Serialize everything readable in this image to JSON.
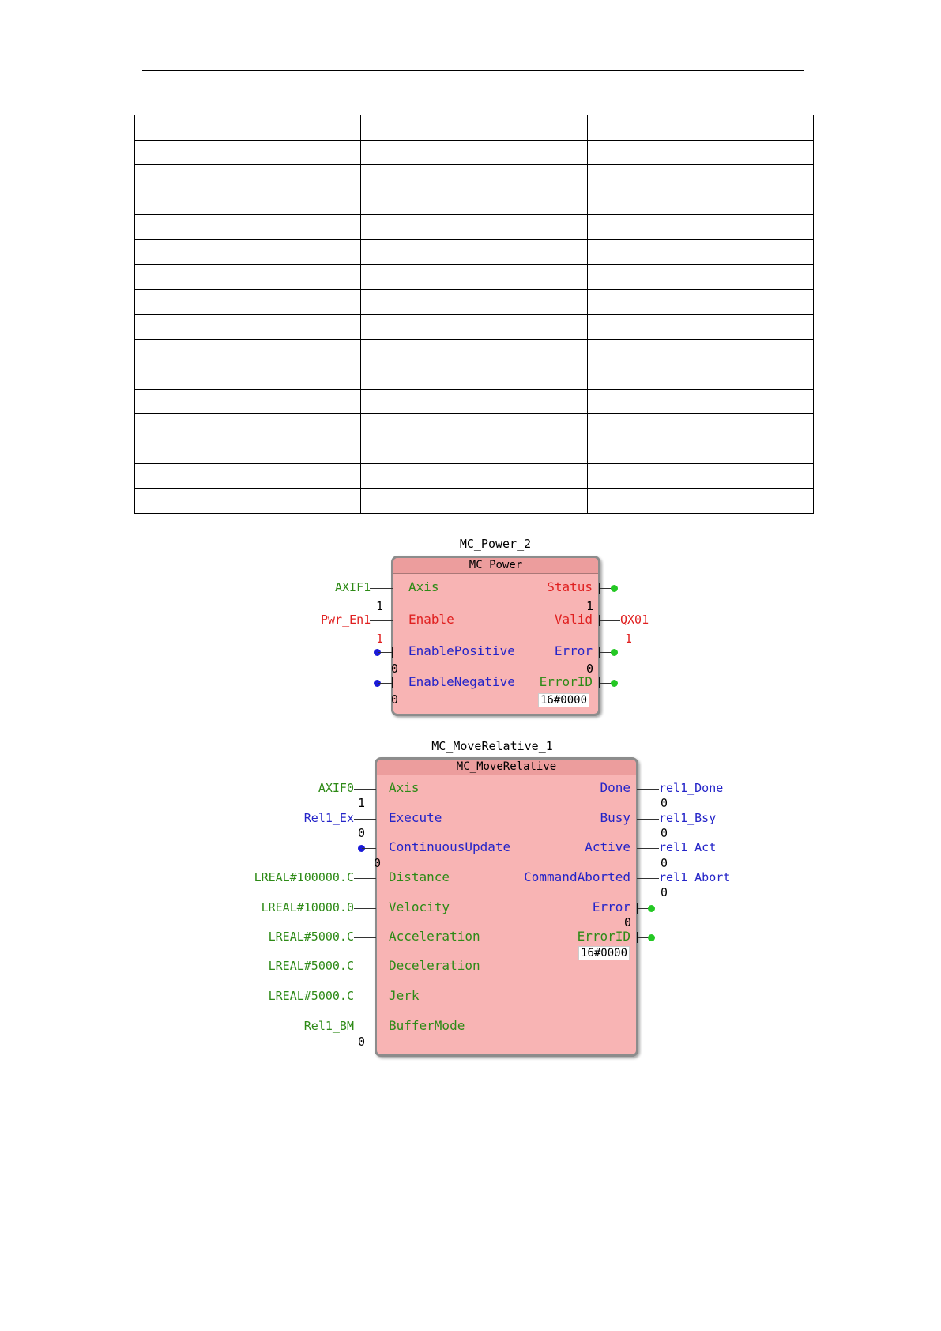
{
  "table": {
    "rows": 16,
    "cols": 3
  },
  "power_block": {
    "instance": "MC_Power_2",
    "type": "MC_Power",
    "inputs": [
      {
        "pin": "Axis",
        "var": "AXIF1",
        "value": "1"
      },
      {
        "pin": "Enable",
        "var": "Pwr_En1",
        "value": "1"
      },
      {
        "pin": "EnablePositive",
        "var": "",
        "value": "0"
      },
      {
        "pin": "EnableNegative",
        "var": "",
        "value": "0"
      }
    ],
    "outputs": [
      {
        "pin": "Status",
        "var": "",
        "value": "1"
      },
      {
        "pin": "Valid",
        "var": "QX01",
        "value": "1"
      },
      {
        "pin": "Error",
        "var": "",
        "value": "0"
      },
      {
        "pin": "ErrorID",
        "var": "",
        "value": "16#0000"
      }
    ]
  },
  "move_block": {
    "instance": "MC_MoveRelative_1",
    "type": "MC_MoveRelative",
    "inputs": [
      {
        "pin": "Axis",
        "var": "AXIF0",
        "value": "1"
      },
      {
        "pin": "Execute",
        "var": "Rel1_Ex",
        "value": "0"
      },
      {
        "pin": "ContinuousUpdate",
        "var": "",
        "value": "0"
      },
      {
        "pin": "Distance",
        "var": "LREAL#100000.C",
        "value": ""
      },
      {
        "pin": "Velocity",
        "var": "LREAL#10000.0",
        "value": ""
      },
      {
        "pin": "Acceleration",
        "var": "LREAL#5000.C",
        "value": ""
      },
      {
        "pin": "Deceleration",
        "var": "LREAL#5000.C",
        "value": ""
      },
      {
        "pin": "Jerk",
        "var": "LREAL#5000.C",
        "value": ""
      },
      {
        "pin": "BufferMode",
        "var": "Rel1_BM",
        "value": "0"
      }
    ],
    "outputs": [
      {
        "pin": "Done",
        "var": "rel1_Done",
        "value": "0"
      },
      {
        "pin": "Busy",
        "var": "rel1_Bsy",
        "value": "0"
      },
      {
        "pin": "Active",
        "var": "rel1_Act",
        "value": "0"
      },
      {
        "pin": "CommandAborted",
        "var": "rel1_Abort",
        "value": "0"
      },
      {
        "pin": "Error",
        "var": "",
        "value": "0"
      },
      {
        "pin": "ErrorID",
        "var": "",
        "value": "16#0000"
      }
    ]
  },
  "colors": {
    "block_fill": "#f8b4b4",
    "input_var": "#2d8a16",
    "enable_pin": "#e02020",
    "bool_pin": "#2424c8"
  }
}
